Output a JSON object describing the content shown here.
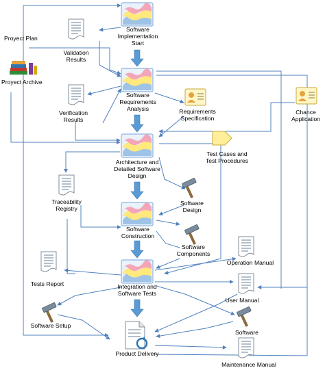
{
  "diagram": {
    "nodes": [
      {
        "id": "software-implementation-start",
        "label": "Software\nImplementation\nStart",
        "icon": "process-chart-icon"
      },
      {
        "id": "software-requirements-analysis",
        "label": "Software\nRequirements\nAnalysis",
        "icon": "process-chart-icon"
      },
      {
        "id": "architecture-detailed-design",
        "label": "Architecture and\nDetailed Software\nDesign",
        "icon": "process-chart-icon"
      },
      {
        "id": "software-construction",
        "label": "Software\nConstruction",
        "icon": "process-chart-icon"
      },
      {
        "id": "integration-software-tests",
        "label": "Integration and\nSoftware Tests",
        "icon": "process-chart-icon"
      },
      {
        "id": "product-delivery",
        "label": "Product Delivery",
        "icon": "delivery-document-icon"
      },
      {
        "id": "proyect-plan",
        "label": "Proyect Plan",
        "icon": "none"
      },
      {
        "id": "proyect-archive",
        "label": "Proyect Archive",
        "icon": "books-icon"
      },
      {
        "id": "validation-results",
        "label": "Validation\nResults",
        "icon": "document-icon"
      },
      {
        "id": "verification-results",
        "label": "Verification\nResults",
        "icon": "document-icon"
      },
      {
        "id": "requirements-specification",
        "label": "Requirements\nSpecification",
        "icon": "contact-card-icon"
      },
      {
        "id": "chance-application",
        "label": "Chance\nApplication",
        "icon": "contact-card-icon"
      },
      {
        "id": "test-cases-procedures",
        "label": "Test Cases and\nTest Procedures",
        "icon": "pentagon-tag-icon"
      },
      {
        "id": "traceability-registry",
        "label": "Traceability\nRegistry",
        "icon": "document-icon"
      },
      {
        "id": "software-design",
        "label": "Software\nDesign",
        "icon": "hammer-icon"
      },
      {
        "id": "software-components",
        "label": "Software\nComponents",
        "icon": "hammer-icon"
      },
      {
        "id": "operation-manual",
        "label": "Operation Manual",
        "icon": "document-icon"
      },
      {
        "id": "tests-report",
        "label": "Tests Report",
        "icon": "document-icon"
      },
      {
        "id": "user-manual",
        "label": "User Manual",
        "icon": "document-icon"
      },
      {
        "id": "software",
        "label": "Software",
        "icon": "hammer-icon"
      },
      {
        "id": "software-setup",
        "label": "Software Setup",
        "icon": "hammer-icon"
      },
      {
        "id": "maintenance-manual",
        "label": "Maintenance Manual",
        "icon": "document-icon"
      }
    ],
    "colors": {
      "main_flow_arrow": "#5b9bd5",
      "connector": "#4f81bd",
      "process_frame": "#8eb4e3",
      "chart_pink": "#f4a6b9",
      "chart_yellow": "#ffe87c",
      "chart_blue": "#9ec3e6",
      "document": "#ffffff",
      "tag_yellow": "#ffef9a"
    }
  }
}
